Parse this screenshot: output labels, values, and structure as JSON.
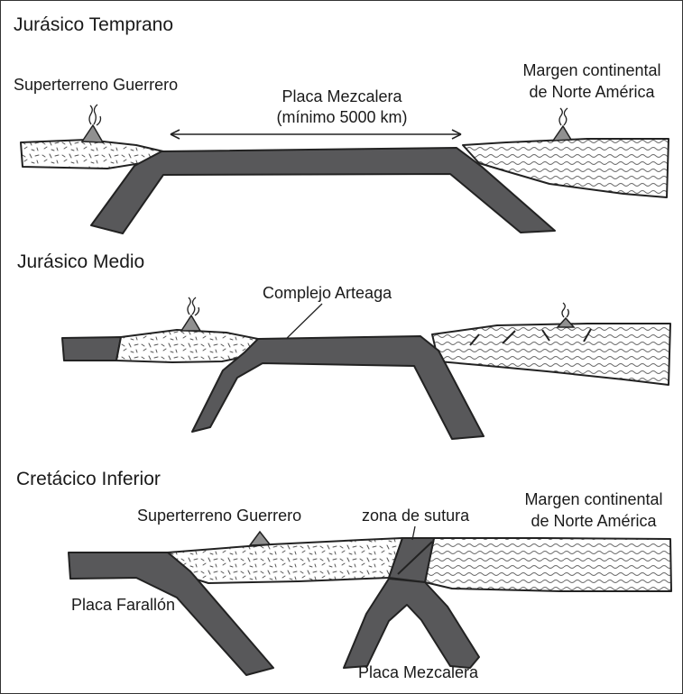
{
  "panels": [
    {
      "title": "Jurásico Temprano",
      "labels": {
        "left_terrane": "Superterreno Guerrero",
        "plate_line1": "Placa Mezcalera",
        "plate_line2": "(mínimo 5000 km)",
        "margin_line1": "Margen continental",
        "margin_line2": "de Norte América"
      }
    },
    {
      "title": "Jurásico Medio",
      "labels": {
        "complex": "Complejo Arteaga"
      }
    },
    {
      "title": "Cretácico Inferior",
      "labels": {
        "left_terrane": "Superterreno Guerrero",
        "suture": "zona de sutura",
        "margin_line1": "Margen continental",
        "margin_line2": "de Norte América",
        "farallon": "Placa Farallón",
        "mezcalera": "Placa Mezcalera"
      }
    }
  ],
  "colors": {
    "oceanic_plate": "#58585a",
    "volcano": "#909090",
    "outline": "#222222"
  }
}
